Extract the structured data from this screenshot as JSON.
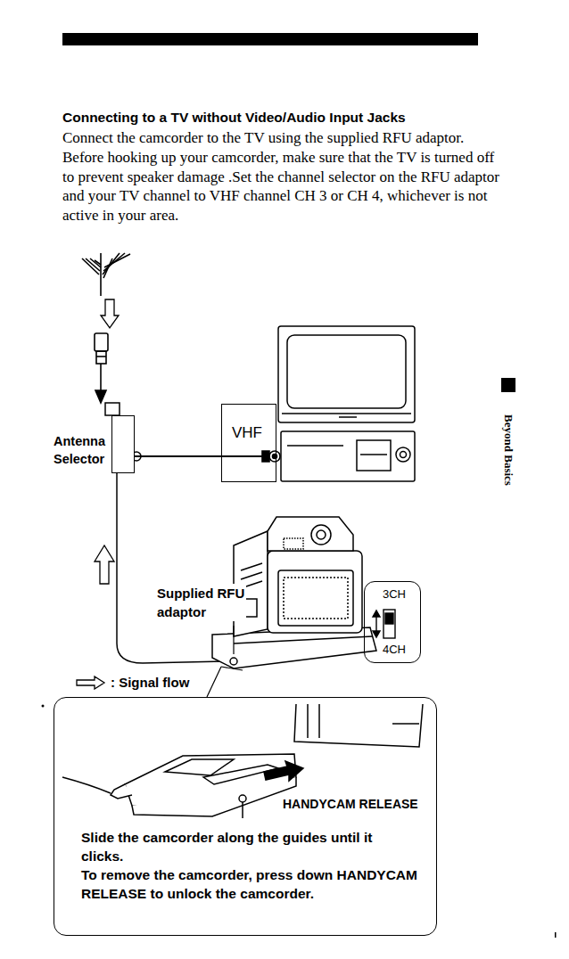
{
  "diagram": {
    "title": "Connecting to a TV without Video/Audio Input Jacks",
    "nodes": [
      {
        "text": [
          "Antenna Selector"
        ]
      },
      {
        "text": [
          "VHF"
        ]
      },
      {
        "text": [
          "3CH",
          "4CH"
        ]
      },
      {
        "text": [
          "HANDYCAM RELEASE",
          "Slide the camcorder along the guides until it clicks.",
          "To remove the camcorder, press down HANDYCAM RELEASE to unlock the camcorder."
        ]
      }
    ],
    "edges": [
      {
        "from": 0,
        "to": 1,
        "arrow": "none"
      }
    ],
    "labels": [
      "Connect the camcorder to the TV using the supplied RFU adaptor. Before hooking up your camcorder, make sure that the TV is turned off to prevent speaker damage .Set the channel selector on the RFU adaptor and your TV channel to VHF channel CH 3 or CH 4, whichever is not active in your area.",
      "Supplied RFU adaptor",
      "Beyond Basics"
    ],
    "legend": [
      {
        "text": ": Signal flow"
      }
    ]
  }
}
